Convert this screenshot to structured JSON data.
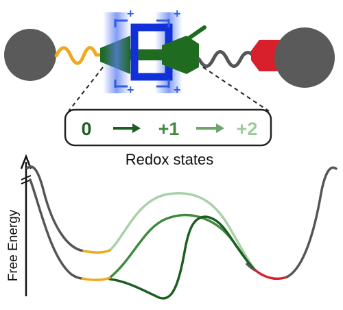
{
  "redox": {
    "title": "Redox states",
    "states": [
      {
        "label": "0",
        "color": "#1b5e20"
      },
      {
        "label": "+1",
        "color": "#3f8a3f"
      },
      {
        "label": "+2",
        "color": "#9ccc9c"
      }
    ],
    "arrow_colors": [
      "#1b5e20",
      "#6aa66a"
    ]
  },
  "axis": {
    "ylabel": "Free Energy"
  },
  "charge_symbol": "+",
  "colors": {
    "stopper": "#5a5a5a",
    "linker_left": "#f0a81c",
    "linker_right": "#555555",
    "wheel": "#1230d8",
    "charge": "#2f5fe0",
    "axle_green": "#1f6b1f",
    "station_red": "#d8202c",
    "curve_gray": "#555555",
    "curve_mid": "#3f8a3f",
    "curve_dark": "#1b5e20",
    "curve_light": "#a9d1a9"
  }
}
